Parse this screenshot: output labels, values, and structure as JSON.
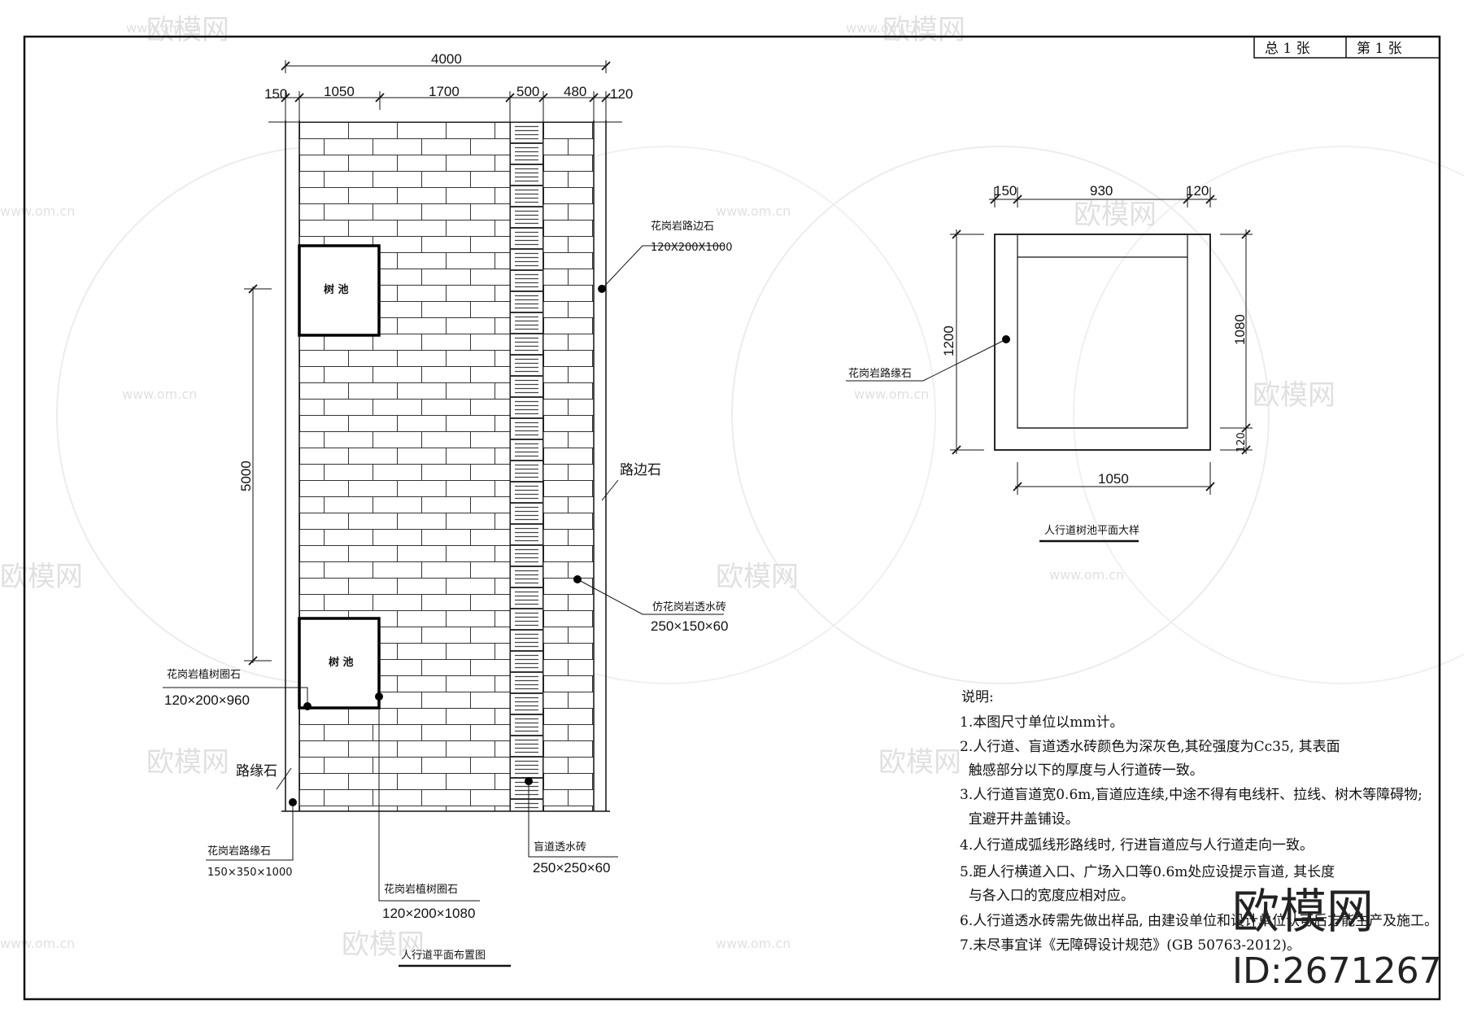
{
  "title_block": {
    "total_label": "总 1 张",
    "sheet_label": "第 1 张"
  },
  "plan": {
    "dims_top": {
      "total": "4000",
      "d1": "150",
      "d2": "1050",
      "d3": "1700",
      "d4": "500",
      "d5": "480",
      "d6": "120"
    },
    "dim_left": "5000",
    "tree_pit_label": "树 池",
    "labels": {
      "curb_right": "花岗岩路边石",
      "curb_right_spec": "120X200X1000",
      "curb_right_short": "路边石",
      "paver": "仿花岗岩透水砖",
      "paver_spec": "250×150×60",
      "ring_top": "花岗岩植树圈石",
      "ring_top_spec": "120×200×960",
      "curb_left_short": "路缘石",
      "curb_left": "花岗岩路缘石",
      "curb_left_spec": "150×350×1000",
      "ring_bottom": "花岗岩植树圈石",
      "ring_bottom_spec": "120×200×1080",
      "blind": "盲道透水砖",
      "blind_spec": "250×250×60"
    },
    "caption": "人行道平面布置图"
  },
  "detail": {
    "dims": {
      "a": "150",
      "b": "930",
      "c": "120",
      "height": "1200",
      "inner": "1080",
      "inner_small": "120",
      "width": "1050"
    },
    "label": "花岗岩路缘石",
    "caption": "人行道树池平面大样"
  },
  "notes": {
    "heading": "说明:",
    "lines": [
      "1.本图尺寸单位以mm计。",
      "2.人行道、盲道透水砖颜色为深灰色,其砼强度为Cc35, 其表面",
      "  触感部分以下的厚度与人行道砖一致。",
      "3.人行道盲道宽0.6m,盲道应连续,中途不得有电线杆、拉线、树木等障碍物;",
      "  宜避开井盖铺设。",
      "4.人行道成弧线形路线时, 行进盲道应与人行道走向一致。",
      "5.距人行横道入口、广场入口等0.6m处应设提示盲道, 其长度",
      "  与各入口的宽度应相对应。",
      "6.人行道透水砖需先做出样品, 由建设单位和设计单位认可后方能生产及施工。",
      "7.未尽事宜详《无障碍设计规范》(GB 50763-2012)。"
    ]
  },
  "watermark": {
    "brand": "欧模网",
    "url": "www.om.cn"
  },
  "brand_mark": {
    "name": "欧模网",
    "id": "ID:2671267"
  }
}
